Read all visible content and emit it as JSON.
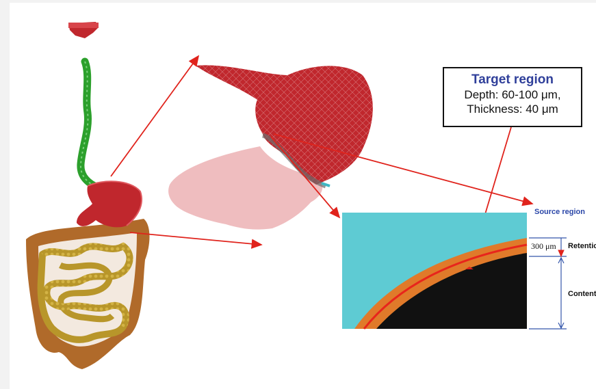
{
  "target_region": {
    "title": "Target region",
    "depth": "Depth: 60-100 μm,",
    "thickness": "Thickness: 40 μm"
  },
  "cross_section": {
    "source_label": "Source region",
    "retention_value": "300 μm",
    "retention_label": "Retentio",
    "contents_label": "Content"
  },
  "colors": {
    "stomach": "#c0272d",
    "esophagus": "#2ca02c",
    "small_intestine": "#b8962a",
    "colon": "#b06a2a",
    "source_region": "#5ecbd3",
    "retention_layer": "#e07a2a",
    "contents": "#111111",
    "arrows": "#e0231c",
    "title_blue": "#2f3f9a"
  }
}
